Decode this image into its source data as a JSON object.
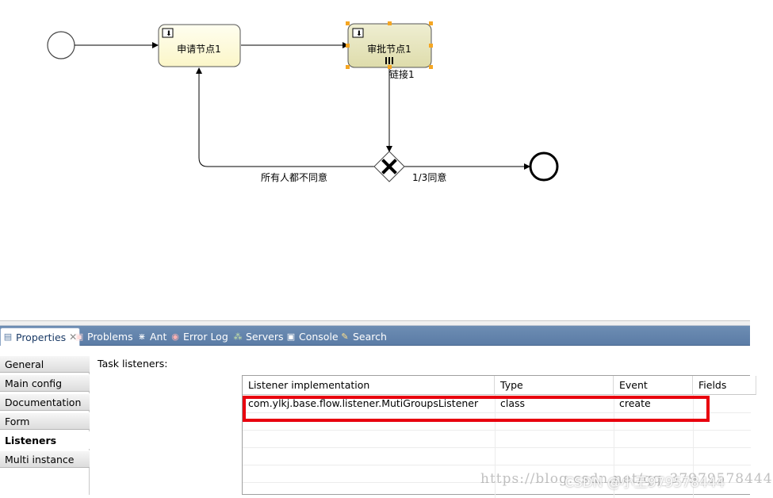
{
  "diagram": {
    "task1_label": "申请节点1",
    "task2_label": "审批节点1",
    "flow_link_label": "链接1",
    "reject_label": "所有人都不同意",
    "approve_label": "1/3同意"
  },
  "view_tabs": [
    {
      "label": "Properties",
      "icon": "properties-icon"
    },
    {
      "label": "Problems",
      "icon": "problems-icon"
    },
    {
      "label": "Ant",
      "icon": "ant-icon"
    },
    {
      "label": "Error Log",
      "icon": "error-log-icon"
    },
    {
      "label": "Servers",
      "icon": "servers-icon"
    },
    {
      "label": "Console",
      "icon": "console-icon"
    },
    {
      "label": "Search",
      "icon": "search-icon"
    }
  ],
  "property_tabs": [
    "General",
    "Main config",
    "Documentation",
    "Form",
    "Listeners",
    "Multi instance"
  ],
  "selected_property_tab": "Listeners",
  "section_label": "Task listeners:",
  "table": {
    "headers": [
      "Listener implementation",
      "Type",
      "Event",
      "Fields"
    ],
    "rows": [
      [
        "com.ylkj.base.flow.listener.MutiGroupsListener",
        "class",
        "create",
        ""
      ]
    ]
  },
  "watermark": {
    "url_text": "https://blog.csdn.net/qq_37979578444",
    "author_text": "CSDN @小王979578444"
  },
  "colors": {
    "highlight": "#e8000e",
    "tabbar": "#5b7ca6",
    "task1_fill": "#fefede",
    "task2_fill": "#e8e6be",
    "selection_handle": "#f5a623"
  }
}
